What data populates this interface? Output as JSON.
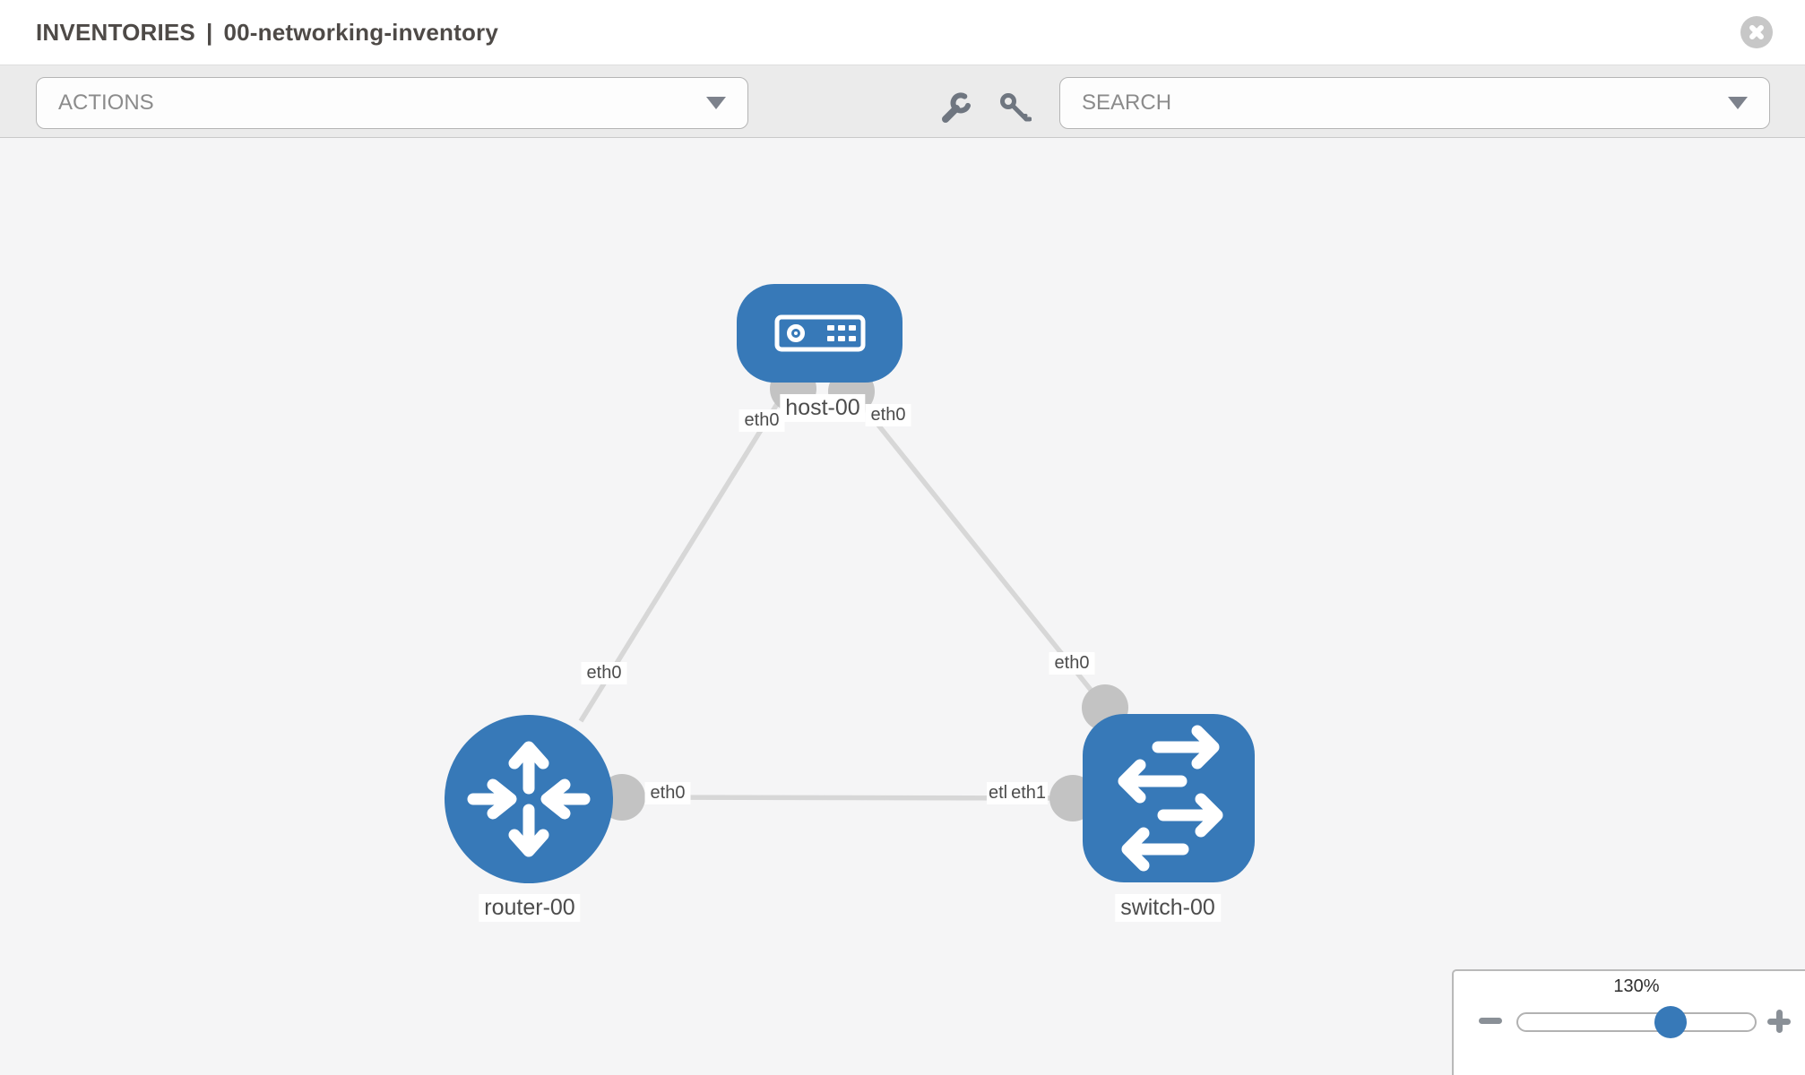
{
  "header": {
    "section": "INVENTORIES",
    "separator": "|",
    "inventory_name": "00-networking-inventory"
  },
  "toolbar": {
    "actions_dropdown": {
      "value": "ACTIONS"
    },
    "tool_icons": [
      "wrench-icon",
      "key-icon"
    ],
    "search_dropdown": {
      "value": "SEARCH"
    }
  },
  "topology": {
    "nodes": [
      {
        "id": "host-00",
        "label": "host-00",
        "type": "host",
        "shape": "rounded-rect"
      },
      {
        "id": "router-00",
        "label": "router-00",
        "type": "router",
        "shape": "circle"
      },
      {
        "id": "switch-00",
        "label": "switch-00",
        "type": "switch",
        "shape": "rounded-square"
      }
    ],
    "links": [
      {
        "from": "host-00",
        "to": "router-00",
        "from_interface": "eth0",
        "to_interface": "eth0"
      },
      {
        "from": "host-00",
        "to": "switch-00",
        "from_interface": "eth0",
        "to_interface": "eth0"
      },
      {
        "from": "router-00",
        "to": "switch-00",
        "from_interface": "eth0",
        "to_interface": "eth1",
        "to_interface_overlap": "etl"
      }
    ]
  },
  "zoom_control": {
    "level": "130%"
  },
  "colors": {
    "node_blue": "#3779b8",
    "link_gray": "#d7d7d7",
    "port_gray": "#c3c3c3",
    "toolbar_bg": "#ebebeb",
    "canvas_bg": "#f5f5f6",
    "label_text": "#4c4c4c",
    "icon_gray": "#6f7680"
  }
}
